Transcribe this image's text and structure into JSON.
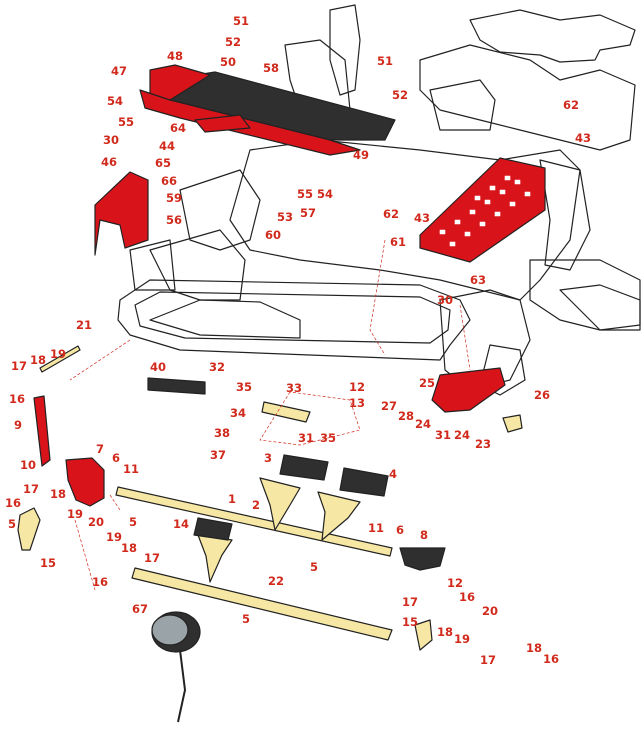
{
  "diagram": {
    "type": "exploded parts diagram",
    "colors": {
      "callout": "#d12a1c",
      "highlight_red": "#d8141a",
      "highlight_yellow": "#f7e7a4",
      "line": "#222222",
      "leader": "#d12a1c"
    },
    "callouts": [
      {
        "id": "c51a",
        "label": "51"
      },
      {
        "id": "c48",
        "label": "48"
      },
      {
        "id": "c52a",
        "label": "52"
      },
      {
        "id": "c50",
        "label": "50"
      },
      {
        "id": "c58",
        "label": "58"
      },
      {
        "id": "c47",
        "label": "47"
      },
      {
        "id": "c54a",
        "label": "54"
      },
      {
        "id": "c55a",
        "label": "55"
      },
      {
        "id": "c64",
        "label": "64"
      },
      {
        "id": "c51b",
        "label": "51"
      },
      {
        "id": "c52b",
        "label": "52"
      },
      {
        "id": "c62a",
        "label": "62"
      },
      {
        "id": "c43a",
        "label": "43"
      },
      {
        "id": "c30a",
        "label": "30"
      },
      {
        "id": "c44",
        "label": "44"
      },
      {
        "id": "c49",
        "label": "49"
      },
      {
        "id": "c46",
        "label": "46"
      },
      {
        "id": "c65",
        "label": "65"
      },
      {
        "id": "c66",
        "label": "66"
      },
      {
        "id": "c59",
        "label": "59"
      },
      {
        "id": "c55b",
        "label": "55"
      },
      {
        "id": "c54b",
        "label": "54"
      },
      {
        "id": "c62b",
        "label": "62"
      },
      {
        "id": "c43b",
        "label": "43"
      },
      {
        "id": "c57",
        "label": "57"
      },
      {
        "id": "c56",
        "label": "56"
      },
      {
        "id": "c53",
        "label": "53"
      },
      {
        "id": "c60",
        "label": "60"
      },
      {
        "id": "c61",
        "label": "61"
      },
      {
        "id": "c63",
        "label": "63"
      },
      {
        "id": "c30b",
        "label": "30"
      },
      {
        "id": "c21",
        "label": "21"
      },
      {
        "id": "c17a",
        "label": "17"
      },
      {
        "id": "c18a",
        "label": "18"
      },
      {
        "id": "c19a",
        "label": "19"
      },
      {
        "id": "c16a",
        "label": "16"
      },
      {
        "id": "c40",
        "label": "40"
      },
      {
        "id": "c32",
        "label": "32"
      },
      {
        "id": "c35a",
        "label": "35"
      },
      {
        "id": "c33",
        "label": "33"
      },
      {
        "id": "c12a",
        "label": "12"
      },
      {
        "id": "c13",
        "label": "13"
      },
      {
        "id": "c25",
        "label": "25"
      },
      {
        "id": "c26",
        "label": "26"
      },
      {
        "id": "c9",
        "label": "9"
      },
      {
        "id": "c34",
        "label": "34"
      },
      {
        "id": "c27",
        "label": "27"
      },
      {
        "id": "c28",
        "label": "28"
      },
      {
        "id": "c24a",
        "label": "24"
      },
      {
        "id": "c31a",
        "label": "31"
      },
      {
        "id": "c24b",
        "label": "24"
      },
      {
        "id": "c23",
        "label": "23"
      },
      {
        "id": "c38",
        "label": "38"
      },
      {
        "id": "c31b",
        "label": "31"
      },
      {
        "id": "c35b",
        "label": "35"
      },
      {
        "id": "c7",
        "label": "7"
      },
      {
        "id": "c6a",
        "label": "6"
      },
      {
        "id": "c10",
        "label": "10"
      },
      {
        "id": "c11a",
        "label": "11"
      },
      {
        "id": "c37",
        "label": "37"
      },
      {
        "id": "c3",
        "label": "3"
      },
      {
        "id": "c4",
        "label": "4"
      },
      {
        "id": "c17b",
        "label": "17"
      },
      {
        "id": "c18b",
        "label": "18"
      },
      {
        "id": "c1",
        "label": "1"
      },
      {
        "id": "c16b",
        "label": "16"
      },
      {
        "id": "c19b",
        "label": "19"
      },
      {
        "id": "c2",
        "label": "2"
      },
      {
        "id": "c5a",
        "label": "5"
      },
      {
        "id": "c20a",
        "label": "20"
      },
      {
        "id": "c14",
        "label": "14"
      },
      {
        "id": "c11b",
        "label": "11"
      },
      {
        "id": "c6b",
        "label": "6"
      },
      {
        "id": "c8",
        "label": "8"
      },
      {
        "id": "c19c",
        "label": "19"
      },
      {
        "id": "c15a",
        "label": "15"
      },
      {
        "id": "c18c",
        "label": "18"
      },
      {
        "id": "c17c",
        "label": "17"
      },
      {
        "id": "c16c",
        "label": "16"
      },
      {
        "id": "c5b",
        "label": "5"
      },
      {
        "id": "c12b",
        "label": "12"
      },
      {
        "id": "c22",
        "label": "22"
      },
      {
        "id": "c67",
        "label": "67"
      },
      {
        "id": "c17d",
        "label": "17"
      },
      {
        "id": "c16d",
        "label": "16"
      },
      {
        "id": "c5c",
        "label": "5"
      },
      {
        "id": "c20b",
        "label": "20"
      },
      {
        "id": "c15b",
        "label": "15"
      },
      {
        "id": "c18d",
        "label": "18"
      },
      {
        "id": "c19d",
        "label": "19"
      },
      {
        "id": "c5d",
        "label": "5"
      },
      {
        "id": "c17e",
        "label": "17"
      },
      {
        "id": "c18e",
        "label": "18"
      },
      {
        "id": "c16e",
        "label": "16"
      }
    ]
  }
}
